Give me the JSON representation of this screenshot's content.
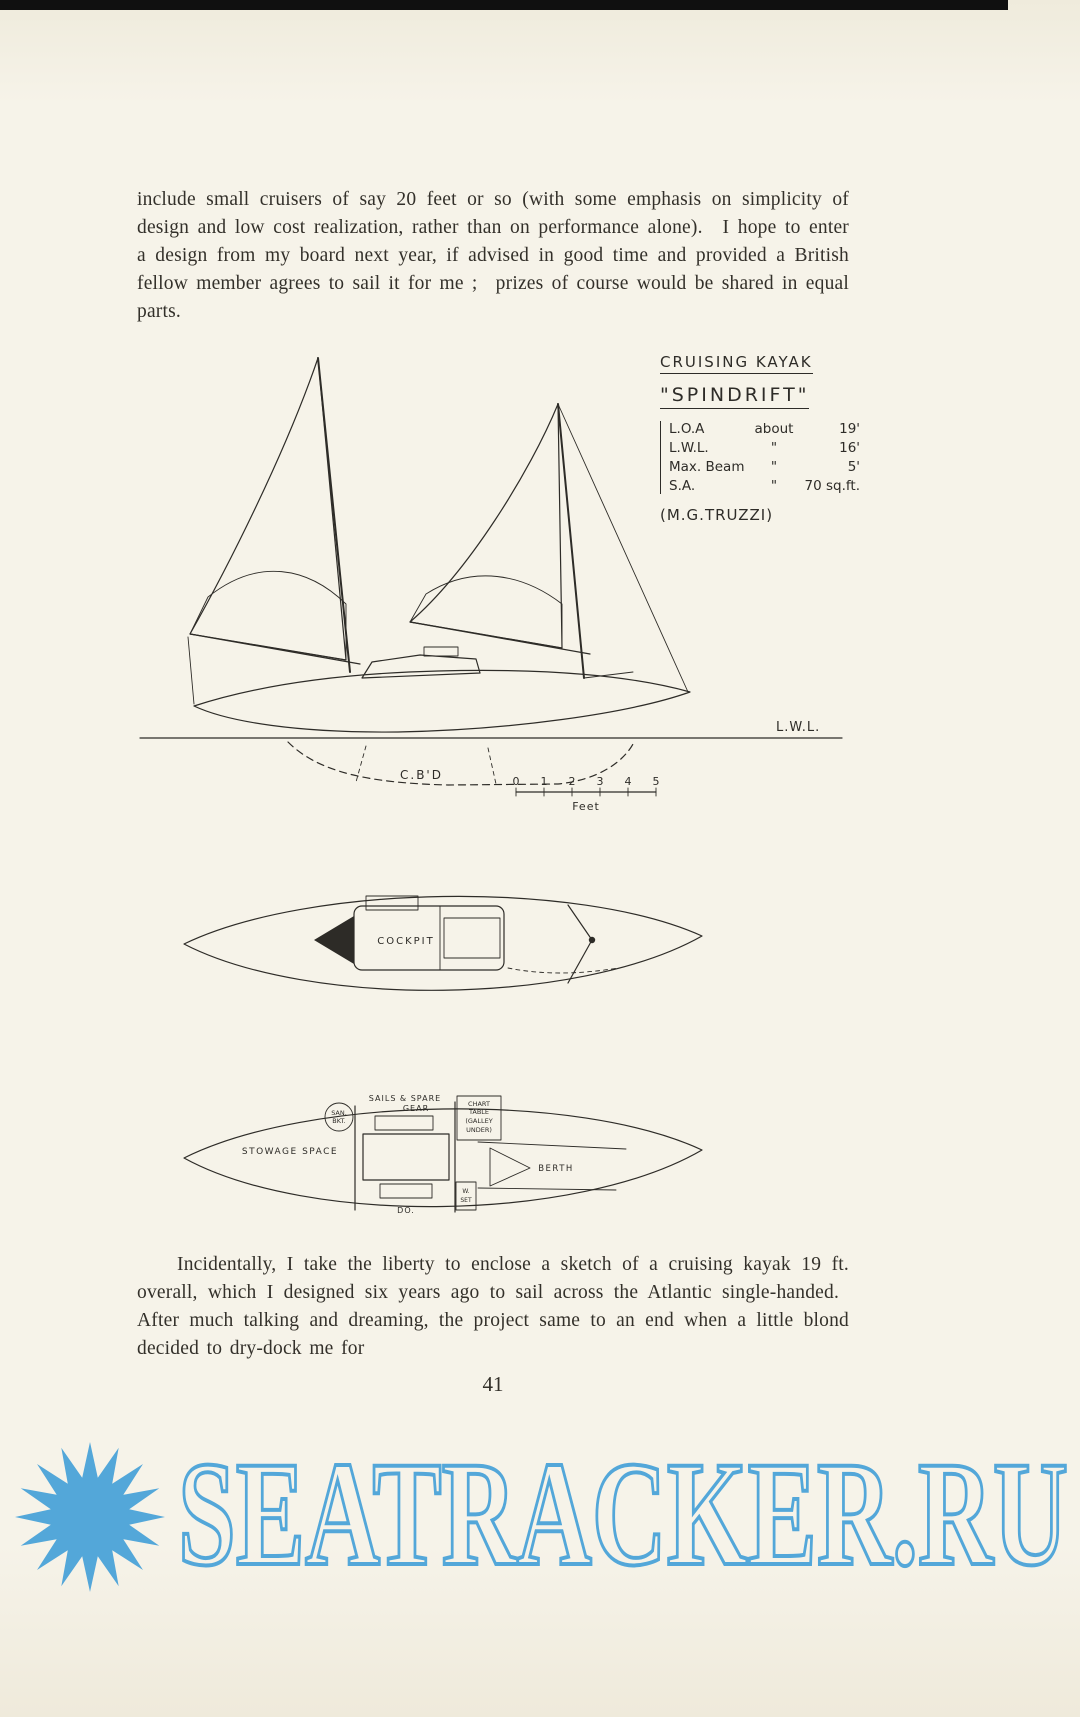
{
  "page": {
    "top_paragraph": "include small cruisers of say 20 feet or so (with some emphasis on simplicity of design and low cost realization, rather than on performance alone).  I hope to enter a design from my board next year, if advised in good time and provided a British fellow member agrees to sail it for me ;  prizes of course would be shared in equal parts.",
    "bottom_paragraph": "Incidentally, I take the liberty to enclose a sketch of a cruising kayak 19 ft. overall, which I designed six years ago to sail across the Atlantic single-handed.  After much talking and dreaming, the project same to an end when a little blond decided to dry-dock me for",
    "page_number": "41"
  },
  "sketch": {
    "heading": "CRUISING KAYAK",
    "boat_name": "\"SPINDRIFT\"",
    "specs": [
      {
        "label": "L.O.A",
        "tie": "about",
        "value": "19'"
      },
      {
        "label": "L.W.L.",
        "tie": "\"",
        "value": "16'"
      },
      {
        "label": "Max. Beam",
        "tie": "\"",
        "value": "5'"
      },
      {
        "label": "S.A.",
        "tie": "\"",
        "value": "70 sq.ft."
      }
    ],
    "designer": "(M.G.TRUZZI)",
    "waterline": "L.W.L.",
    "centerboard": "C.B'D",
    "scale_ticks": [
      "0",
      "1",
      "2",
      "3",
      "4",
      "5"
    ],
    "scale_unit": "Feet"
  },
  "plan_top": {
    "cockpit": "COCKPIT"
  },
  "plan_bottom": {
    "sails_line1": "SAILS & SPARE",
    "sails_line2": "GEAR",
    "chart_line1": "CHART",
    "chart_line2": "TABLE",
    "chart_line3": "(GALLEY",
    "chart_line4": "UNDER)",
    "san_line1": "SAN.",
    "san_line2": "BKT.",
    "stowage": "STOWAGE SPACE",
    "berth": "BERTH",
    "w_line1": "W.",
    "w_line2": "SET",
    "ditto": "DO."
  },
  "watermark": {
    "text": "SEATRACKER.RU",
    "color": "#4BA3D9"
  }
}
